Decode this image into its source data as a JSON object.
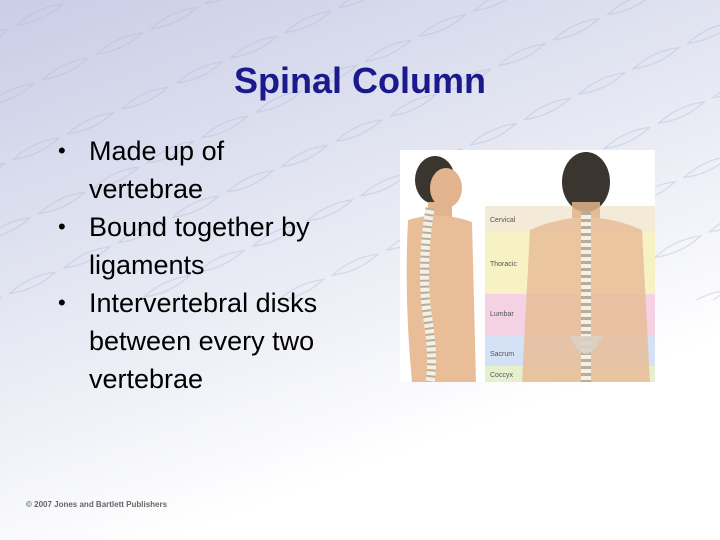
{
  "slide": {
    "title": "Spinal Column",
    "bullets": [
      {
        "lines": [
          "Made up of",
          "vertebrae"
        ]
      },
      {
        "lines": [
          "Bound together by",
          "ligaments"
        ]
      },
      {
        "lines": [
          "Intervertebral disks",
          "between every two",
          "vertebrae"
        ]
      }
    ],
    "figure": {
      "regions": [
        {
          "label": "Cervical",
          "color": "#f3ebd8"
        },
        {
          "label": "Thoracic",
          "color": "#f7f2c4"
        },
        {
          "label": "Lumbar",
          "color": "#f4d2e4"
        },
        {
          "label": "Sacrum",
          "color": "#d5e1f5"
        },
        {
          "label": "Coccyx",
          "color": "#e6f0cf"
        }
      ]
    },
    "copyright": "© 2007 Jones and Bartlett Publishers",
    "colors": {
      "title": "#1a1a8c",
      "background_top": "#c9cde6",
      "background_bottom": "#ffffff"
    }
  }
}
